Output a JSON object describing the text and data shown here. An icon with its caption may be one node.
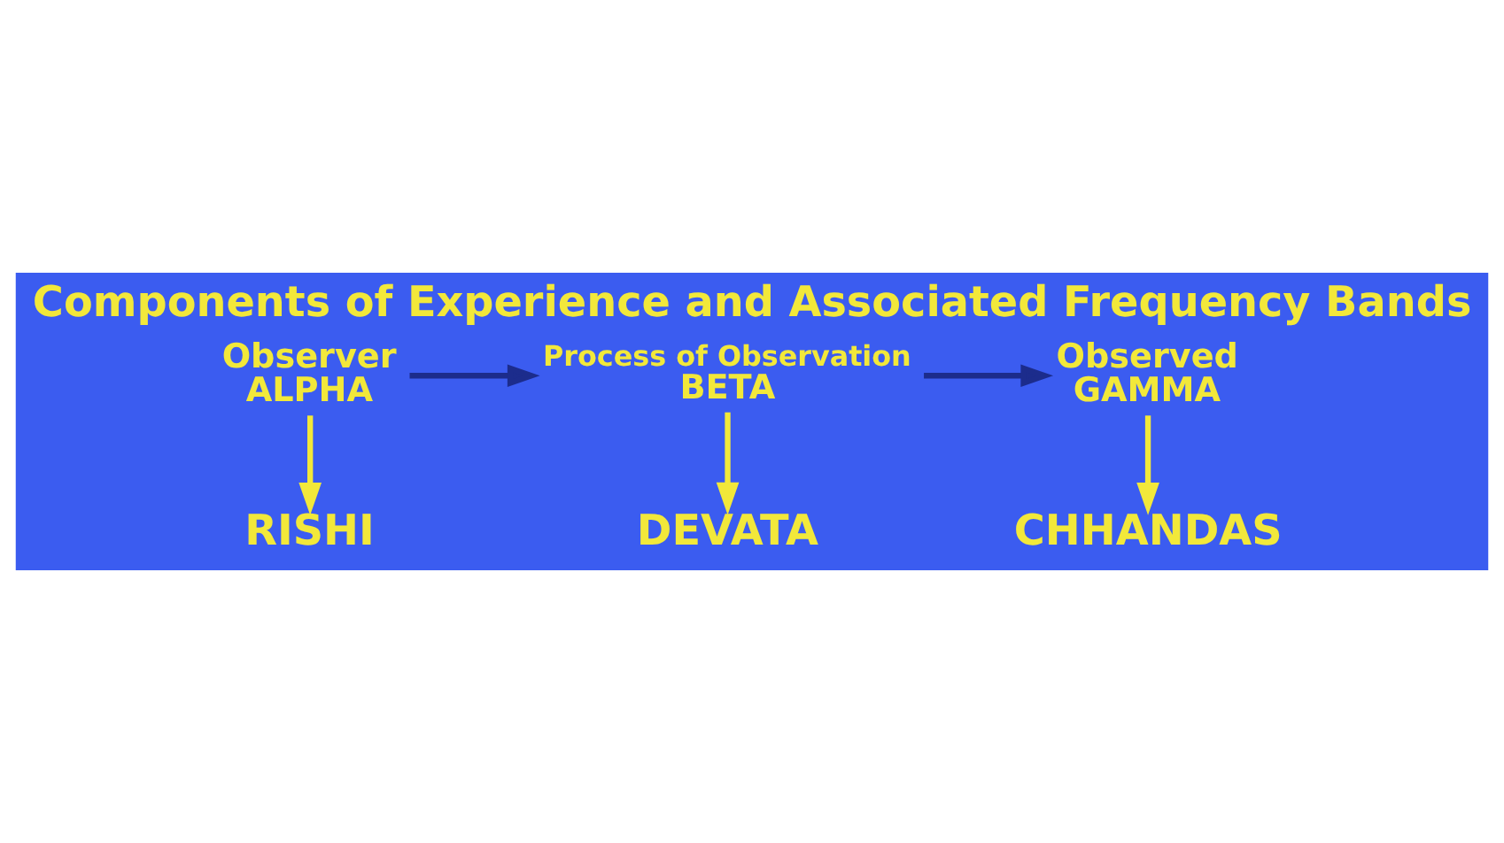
{
  "diagram": {
    "title": "Components of Experience and Associated Frequency Bands",
    "nodes": [
      {
        "text": [
          "Observer",
          "ALPHA"
        ]
      },
      {
        "text": [
          "Process of Observation",
          "BETA"
        ]
      },
      {
        "text": [
          "Observed",
          "GAMMA"
        ]
      },
      {
        "text": [
          "RISHI"
        ]
      },
      {
        "text": [
          "DEVATA"
        ]
      },
      {
        "text": [
          "CHHANDAS"
        ]
      }
    ],
    "edges": [
      {
        "from": 0,
        "to": 1,
        "arrow": "to",
        "color": "#1c2c8c"
      },
      {
        "from": 1,
        "to": 2,
        "arrow": "to",
        "color": "#1c2c8c"
      },
      {
        "from": 0,
        "to": 3,
        "arrow": "to"
      },
      {
        "from": 1,
        "to": 4,
        "arrow": "to"
      },
      {
        "from": 2,
        "to": 5,
        "arrow": "to"
      }
    ]
  }
}
